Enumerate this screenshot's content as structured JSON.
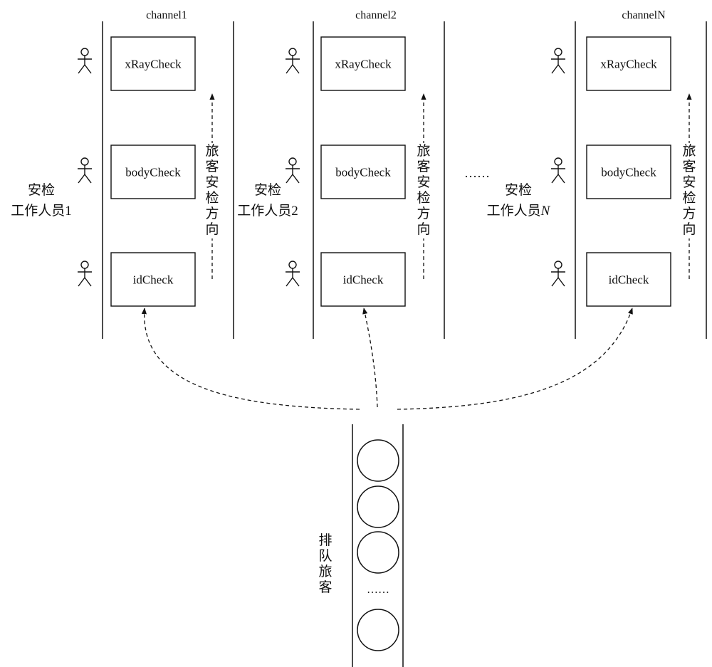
{
  "channels": [
    {
      "title": "channel1",
      "boxes": [
        "xRayCheck",
        "bodyCheck",
        "idCheck"
      ],
      "staff_line1": "安检",
      "staff_line2_prefix": "工作人员",
      "staff_index": "1",
      "direction": [
        "旅",
        "客",
        "安",
        "检",
        "方",
        "向"
      ]
    },
    {
      "title": "channel2",
      "boxes": [
        "xRayCheck",
        "bodyCheck",
        "idCheck"
      ],
      "staff_line1": "安检",
      "staff_line2_prefix": "工作人员",
      "staff_index": "2",
      "direction": [
        "旅",
        "客",
        "安",
        "检",
        "方",
        "向"
      ]
    },
    {
      "title": "channelN",
      "boxes": [
        "xRayCheck",
        "bodyCheck",
        "idCheck"
      ],
      "staff_line1": "安检",
      "staff_line2_prefix": "工作人员",
      "staff_index": "N",
      "direction": [
        "旅",
        "客",
        "安",
        "检",
        "方",
        "向"
      ]
    }
  ],
  "channel_ellipsis": "……",
  "queue": {
    "label": [
      "排",
      "队",
      "旅",
      "客"
    ],
    "ellipsis": "……",
    "visible_passengers": 4
  }
}
